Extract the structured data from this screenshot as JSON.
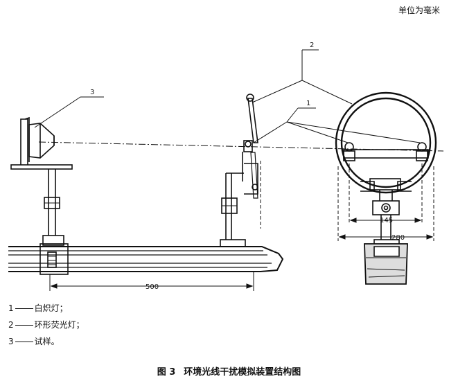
{
  "unit_note": "单位为毫米",
  "callouts": {
    "c1": "1",
    "c2": "2",
    "c3": "3"
  },
  "dimensions": {
    "d500": "500",
    "d145": "145",
    "d280": "280"
  },
  "legend": [
    {
      "num": "1",
      "text": "白炽灯；"
    },
    {
      "num": "2",
      "text": "环形荧光灯；"
    },
    {
      "num": "3",
      "text": "试样。"
    }
  ],
  "caption": {
    "figure": "图 3",
    "title": "环境光线干扰模拟装置结构图"
  }
}
